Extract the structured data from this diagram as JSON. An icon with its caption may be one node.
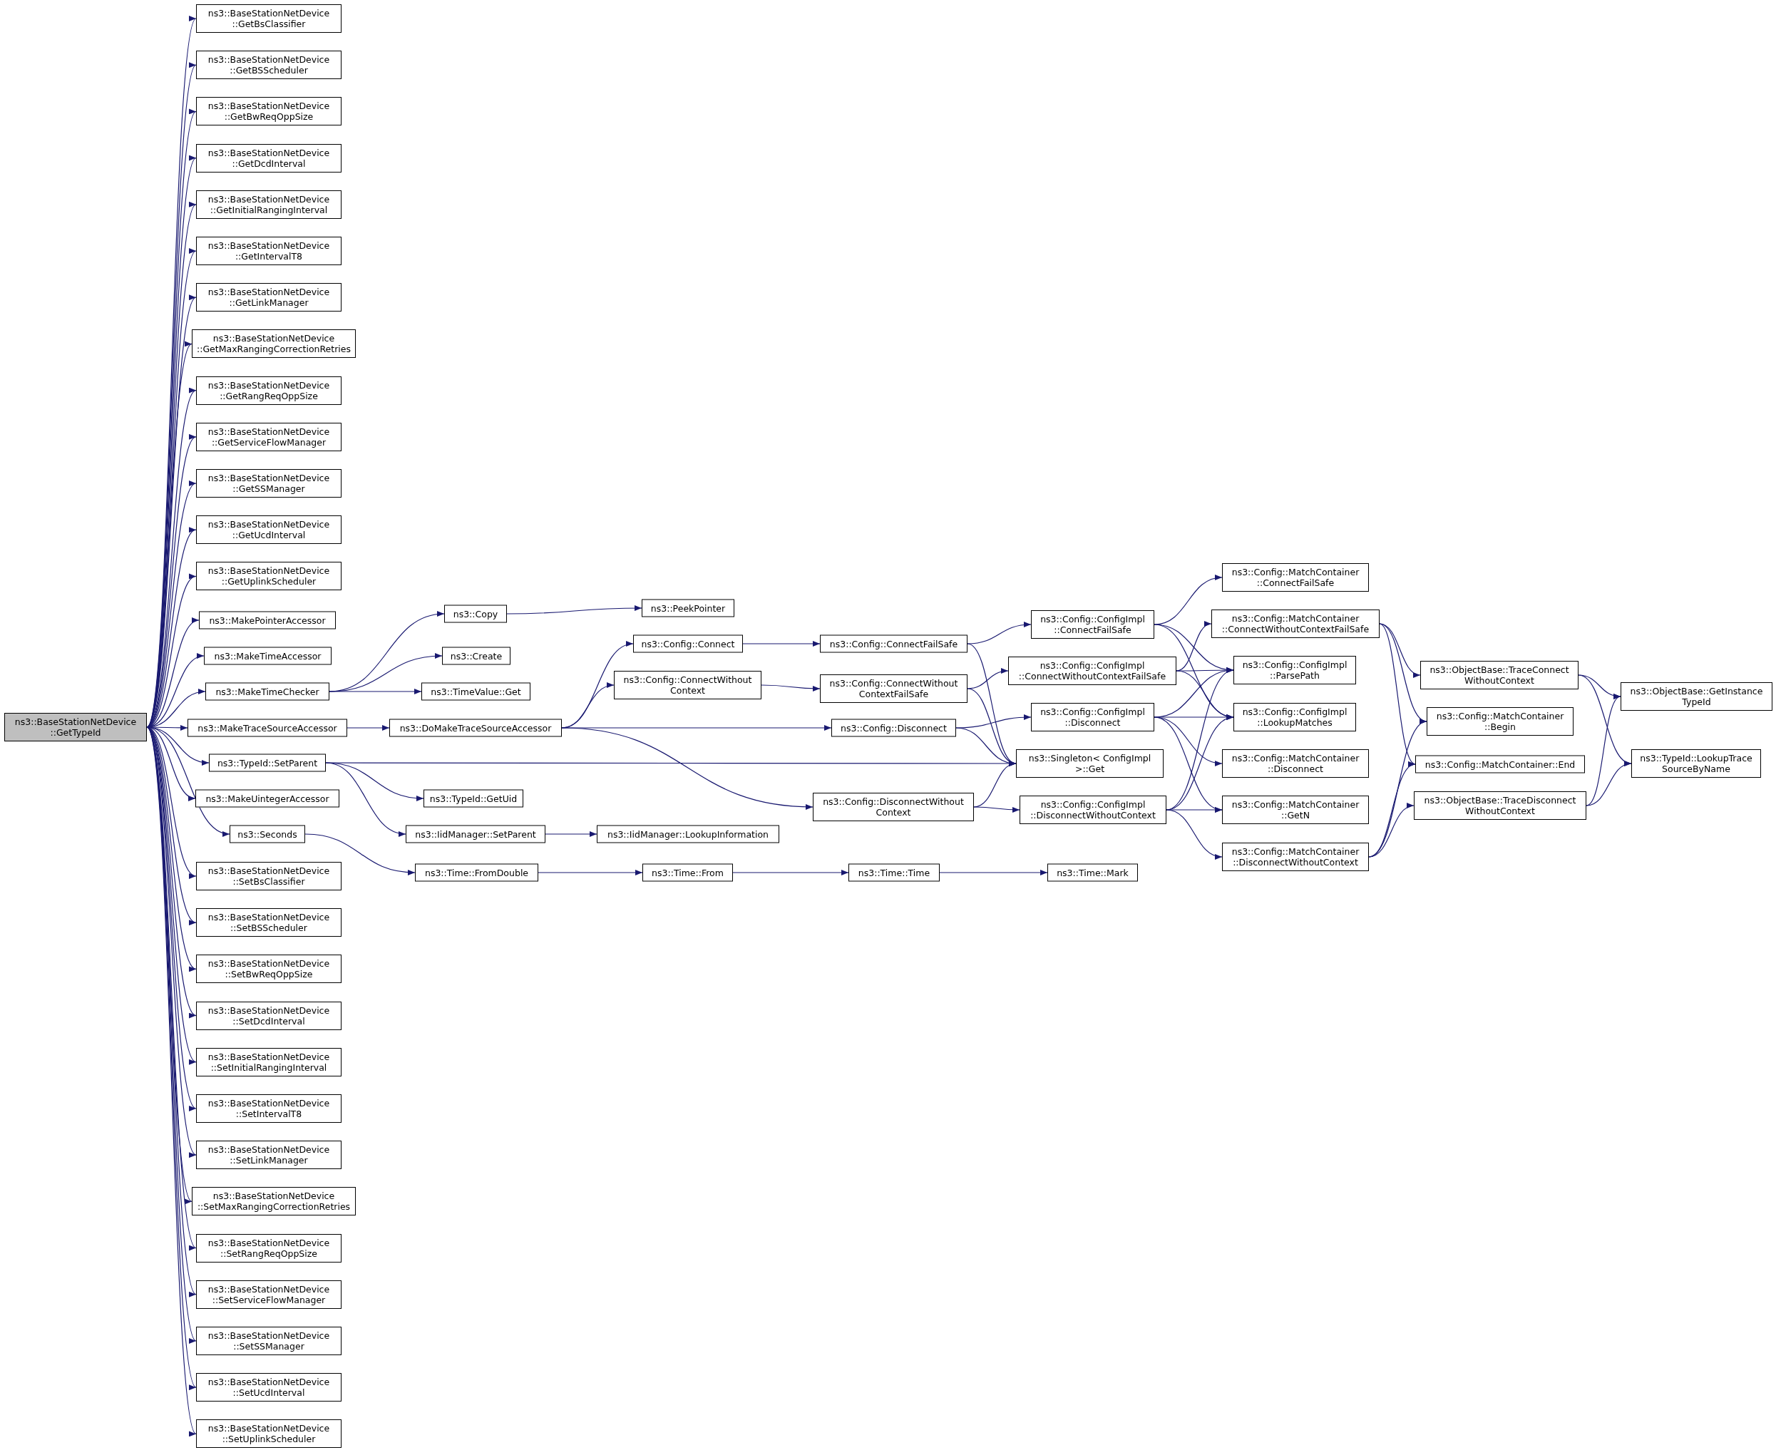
{
  "diagram": {
    "nodes": [
      {
        "text": [
          "ns3::BaseStationNetDevice ::GetTypeId"
        ]
      },
      {
        "text": [
          "ns3::BaseStationNetDevice ::GetBsClassifier"
        ]
      },
      {
        "text": [
          "ns3::BaseStationNetDevice ::GetBSScheduler"
        ]
      },
      {
        "text": [
          "ns3::BaseStationNetDevice ::GetBwReqOppSize"
        ]
      },
      {
        "text": [
          "ns3::BaseStationNetDevice ::GetDcdInterval"
        ]
      },
      {
        "text": [
          "ns3::BaseStationNetDevice ::GetInitialRangingInterval"
        ]
      },
      {
        "text": [
          "ns3::BaseStationNetDevice ::GetIntervalT8"
        ]
      },
      {
        "text": [
          "ns3::BaseStationNetDevice ::GetLinkManager"
        ]
      },
      {
        "text": [
          "ns3::BaseStationNetDevice ::GetMaxRangingCorrectionRetries"
        ]
      },
      {
        "text": [
          "ns3::BaseStationNetDevice ::GetRangReqOppSize"
        ]
      },
      {
        "text": [
          "ns3::BaseStationNetDevice ::GetServiceFlowManager"
        ]
      },
      {
        "text": [
          "ns3::BaseStationNetDevice ::GetSSManager"
        ]
      },
      {
        "text": [
          "ns3::BaseStationNetDevice ::GetUcdInterval"
        ]
      },
      {
        "text": [
          "ns3::BaseStationNetDevice ::GetUplinkScheduler"
        ]
      },
      {
        "text": [
          "ns3::MakePointerAccessor"
        ]
      },
      {
        "text": [
          "ns3::MakeTimeAccessor"
        ]
      },
      {
        "text": [
          "ns3::MakeTimeChecker"
        ]
      },
      {
        "text": [
          "ns3::MakeTraceSourceAccessor"
        ]
      },
      {
        "text": [
          "ns3::TypeId::SetParent"
        ]
      },
      {
        "text": [
          "ns3::MakeUintegerAccessor"
        ]
      },
      {
        "text": [
          "ns3::Seconds"
        ]
      },
      {
        "text": [
          "ns3::BaseStationNetDevice ::SetBsClassifier"
        ]
      },
      {
        "text": [
          "ns3::BaseStationNetDevice ::SetBSScheduler"
        ]
      },
      {
        "text": [
          "ns3::BaseStationNetDevice ::SetBwReqOppSize"
        ]
      },
      {
        "text": [
          "ns3::BaseStationNetDevice ::SetDcdInterval"
        ]
      },
      {
        "text": [
          "ns3::BaseStationNetDevice ::SetInitialRangingInterval"
        ]
      },
      {
        "text": [
          "ns3::BaseStationNetDevice ::SetIntervalT8"
        ]
      },
      {
        "text": [
          "ns3::BaseStationNetDevice ::SetLinkManager"
        ]
      },
      {
        "text": [
          "ns3::BaseStationNetDevice ::SetMaxRangingCorrectionRetries"
        ]
      },
      {
        "text": [
          "ns3::BaseStationNetDevice ::SetRangReqOppSize"
        ]
      },
      {
        "text": [
          "ns3::BaseStationNetDevice ::SetServiceFlowManager"
        ]
      },
      {
        "text": [
          "ns3::BaseStationNetDevice ::SetSSManager"
        ]
      },
      {
        "text": [
          "ns3::BaseStationNetDevice ::SetUcdInterval"
        ]
      },
      {
        "text": [
          "ns3::BaseStationNetDevice ::SetUplinkScheduler"
        ]
      },
      {
        "text": [
          "ns3::Copy"
        ]
      },
      {
        "text": [
          "ns3::Create"
        ]
      },
      {
        "text": [
          "ns3::TimeValue::Get"
        ]
      },
      {
        "text": [
          "ns3::DoMakeTraceSourceAccessor"
        ]
      },
      {
        "text": [
          "ns3::TypeId::GetUid"
        ]
      },
      {
        "text": [
          "ns3::IidManager::SetParent"
        ]
      },
      {
        "text": [
          "ns3::Time::FromDouble"
        ]
      },
      {
        "text": [
          "ns3::PeekPointer"
        ]
      },
      {
        "text": [
          "ns3::Config::Connect"
        ]
      },
      {
        "text": [
          "ns3::Config::ConnectWithout Context"
        ]
      },
      {
        "text": [
          "ns3::IidManager::LookupInformation"
        ]
      },
      {
        "text": [
          "ns3::Time::From"
        ]
      },
      {
        "text": [
          "ns3::Config::ConnectFailSafe"
        ]
      },
      {
        "text": [
          "ns3::Config::ConnectWithout ContextFailSafe"
        ]
      },
      {
        "text": [
          "ns3::Config::Disconnect"
        ]
      },
      {
        "text": [
          "ns3::Config::DisconnectWithout Context"
        ]
      },
      {
        "text": [
          "ns3::Time::Time"
        ]
      },
      {
        "text": [
          "ns3::Config::ConfigImpl ::ConnectFailSafe"
        ]
      },
      {
        "text": [
          "ns3::Config::ConfigImpl ::ConnectWithoutContextFailSafe"
        ]
      },
      {
        "text": [
          "ns3::Config::ConfigImpl ::Disconnect"
        ]
      },
      {
        "text": [
          "ns3::Singleton< ConfigImpl >::Get"
        ]
      },
      {
        "text": [
          "ns3::Config::ConfigImpl ::DisconnectWithoutContext"
        ]
      },
      {
        "text": [
          "ns3::Time::Mark"
        ]
      },
      {
        "text": [
          "ns3::Config::MatchContainer ::ConnectFailSafe"
        ]
      },
      {
        "text": [
          "ns3::Config::MatchContainer ::ConnectWithoutContextFailSafe"
        ]
      },
      {
        "text": [
          "ns3::Config::ConfigImpl ::ParsePath"
        ]
      },
      {
        "text": [
          "ns3::Config::ConfigImpl ::LookupMatches"
        ]
      },
      {
        "text": [
          "ns3::Config::MatchContainer ::Disconnect"
        ]
      },
      {
        "text": [
          "ns3::Config::MatchContainer ::GetN"
        ]
      },
      {
        "text": [
          "ns3::Config::MatchContainer ::DisconnectWithoutContext"
        ]
      },
      {
        "text": [
          "ns3::ObjectBase::TraceConnect WithoutContext"
        ]
      },
      {
        "text": [
          "ns3::Config::MatchContainer ::Begin"
        ]
      },
      {
        "text": [
          "ns3::Config::MatchContainer::End"
        ]
      },
      {
        "text": [
          "ns3::ObjectBase::TraceDisconnect WithoutContext"
        ]
      },
      {
        "text": [
          "ns3::ObjectBase::GetInstance TypeId"
        ]
      },
      {
        "text": [
          "ns3::TypeId::LookupTrace SourceByName"
        ]
      }
    ],
    "edges": [
      {
        "from": 0,
        "to": 1,
        "arrow": "to"
      },
      {
        "from": 0,
        "to": 2,
        "arrow": "to"
      },
      {
        "from": 0,
        "to": 3,
        "arrow": "to"
      },
      {
        "from": 0,
        "to": 4,
        "arrow": "to"
      },
      {
        "from": 0,
        "to": 5,
        "arrow": "to"
      },
      {
        "from": 0,
        "to": 6,
        "arrow": "to"
      },
      {
        "from": 0,
        "to": 7,
        "arrow": "to"
      },
      {
        "from": 0,
        "to": 8,
        "arrow": "to"
      },
      {
        "from": 0,
        "to": 9,
        "arrow": "to"
      },
      {
        "from": 0,
        "to": 10,
        "arrow": "to"
      },
      {
        "from": 0,
        "to": 11,
        "arrow": "to"
      },
      {
        "from": 0,
        "to": 12,
        "arrow": "to"
      },
      {
        "from": 0,
        "to": 13,
        "arrow": "to"
      },
      {
        "from": 0,
        "to": 14,
        "arrow": "to"
      },
      {
        "from": 0,
        "to": 15,
        "arrow": "to"
      },
      {
        "from": 0,
        "to": 16,
        "arrow": "to"
      },
      {
        "from": 0,
        "to": 17,
        "arrow": "to"
      },
      {
        "from": 0,
        "to": 18,
        "arrow": "to"
      },
      {
        "from": 0,
        "to": 19,
        "arrow": "to"
      },
      {
        "from": 0,
        "to": 20,
        "arrow": "to"
      },
      {
        "from": 0,
        "to": 21,
        "arrow": "to"
      },
      {
        "from": 0,
        "to": 22,
        "arrow": "to"
      },
      {
        "from": 0,
        "to": 23,
        "arrow": "to"
      },
      {
        "from": 0,
        "to": 24,
        "arrow": "to"
      },
      {
        "from": 0,
        "to": 25,
        "arrow": "to"
      },
      {
        "from": 0,
        "to": 26,
        "arrow": "to"
      },
      {
        "from": 0,
        "to": 27,
        "arrow": "to"
      },
      {
        "from": 0,
        "to": 28,
        "arrow": "to"
      },
      {
        "from": 0,
        "to": 29,
        "arrow": "to"
      },
      {
        "from": 0,
        "to": 30,
        "arrow": "to"
      },
      {
        "from": 0,
        "to": 31,
        "arrow": "to"
      },
      {
        "from": 0,
        "to": 32,
        "arrow": "to"
      },
      {
        "from": 0,
        "to": 33,
        "arrow": "to"
      },
      {
        "from": 16,
        "to": 34,
        "arrow": "to"
      },
      {
        "from": 16,
        "to": 35,
        "arrow": "to"
      },
      {
        "from": 16,
        "to": 36,
        "arrow": "to"
      },
      {
        "from": 34,
        "to": 41,
        "arrow": "to"
      },
      {
        "from": 17,
        "to": 37,
        "arrow": "to"
      },
      {
        "from": 37,
        "to": 42,
        "arrow": "to"
      },
      {
        "from": 37,
        "to": 43,
        "arrow": "to"
      },
      {
        "from": 37,
        "to": 48,
        "arrow": "to"
      },
      {
        "from": 37,
        "to": 49,
        "arrow": "to"
      },
      {
        "from": 18,
        "to": 54,
        "arrow": "to"
      },
      {
        "from": 18,
        "to": 38,
        "arrow": "to"
      },
      {
        "from": 18,
        "to": 39,
        "arrow": "to"
      },
      {
        "from": 39,
        "to": 44,
        "arrow": "to"
      },
      {
        "from": 20,
        "to": 40,
        "arrow": "to"
      },
      {
        "from": 40,
        "to": 45,
        "arrow": "to"
      },
      {
        "from": 45,
        "to": 50,
        "arrow": "to"
      },
      {
        "from": 50,
        "to": 56,
        "arrow": "to"
      },
      {
        "from": 42,
        "to": 46,
        "arrow": "to"
      },
      {
        "from": 43,
        "to": 47,
        "arrow": "to"
      },
      {
        "from": 46,
        "to": 51,
        "arrow": "to"
      },
      {
        "from": 46,
        "to": 54,
        "arrow": "to"
      },
      {
        "from": 47,
        "to": 52,
        "arrow": "to"
      },
      {
        "from": 47,
        "to": 54,
        "arrow": "to"
      },
      {
        "from": 48,
        "to": 53,
        "arrow": "to"
      },
      {
        "from": 48,
        "to": 54,
        "arrow": "to"
      },
      {
        "from": 49,
        "to": 54,
        "arrow": "to"
      },
      {
        "from": 49,
        "to": 55,
        "arrow": "to"
      },
      {
        "from": 51,
        "to": 57,
        "arrow": "to"
      },
      {
        "from": 51,
        "to": 59,
        "arrow": "to"
      },
      {
        "from": 51,
        "to": 60,
        "arrow": "to"
      },
      {
        "from": 52,
        "to": 58,
        "arrow": "to"
      },
      {
        "from": 52,
        "to": 59,
        "arrow": "to"
      },
      {
        "from": 52,
        "to": 60,
        "arrow": "to"
      },
      {
        "from": 53,
        "to": 59,
        "arrow": "to"
      },
      {
        "from": 53,
        "to": 60,
        "arrow": "to"
      },
      {
        "from": 53,
        "to": 61,
        "arrow": "to"
      },
      {
        "from": 53,
        "to": 62,
        "arrow": "to"
      },
      {
        "from": 55,
        "to": 59,
        "arrow": "to"
      },
      {
        "from": 55,
        "to": 60,
        "arrow": "to"
      },
      {
        "from": 55,
        "to": 62,
        "arrow": "to"
      },
      {
        "from": 55,
        "to": 63,
        "arrow": "to"
      },
      {
        "from": 58,
        "to": 64,
        "arrow": "to"
      },
      {
        "from": 58,
        "to": 65,
        "arrow": "to"
      },
      {
        "from": 58,
        "to": 66,
        "arrow": "to"
      },
      {
        "from": 63,
        "to": 65,
        "arrow": "to"
      },
      {
        "from": 63,
        "to": 66,
        "arrow": "to"
      },
      {
        "from": 63,
        "to": 67,
        "arrow": "to"
      },
      {
        "from": 64,
        "to": 68,
        "arrow": "to"
      },
      {
        "from": 64,
        "to": 69,
        "arrow": "to"
      },
      {
        "from": 67,
        "to": 68,
        "arrow": "to"
      },
      {
        "from": 67,
        "to": 69,
        "arrow": "to"
      }
    ]
  }
}
